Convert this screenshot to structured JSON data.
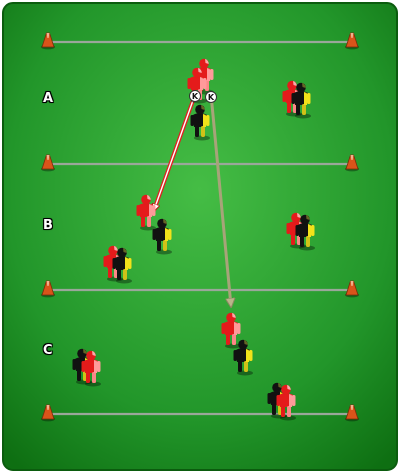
{
  "drill": {
    "zones": [
      {
        "label": "A"
      },
      {
        "label": "B"
      },
      {
        "label": "C"
      }
    ],
    "ball_marker_label": "K",
    "colors": {
      "pitch_light": "#3fb63f",
      "pitch_dark": "#0f7a12",
      "line": "#9aa79a",
      "cone": "#d9541a",
      "red_team": "#e41b1b",
      "black_team": "#111111",
      "yellow_trim": "#f2e21a",
      "pass_arrow": "#e02020",
      "run_arrow": "#a7a479"
    }
  }
}
